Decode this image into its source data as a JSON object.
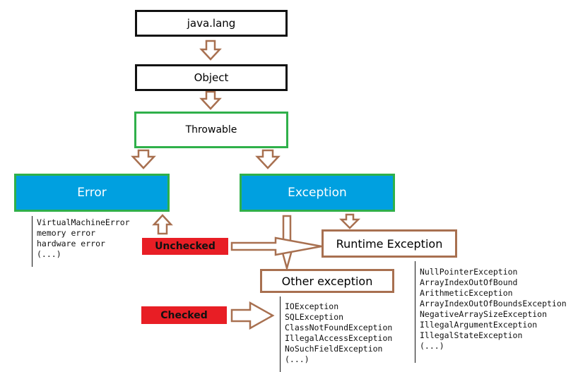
{
  "nodes": {
    "java_lang": "java.lang",
    "object": "Object",
    "throwable": "Throwable",
    "error": "Error",
    "exception": "Exception",
    "runtime_exception": "Runtime Exception",
    "other_exception": "Other exception"
  },
  "tags": {
    "unchecked": "Unchecked",
    "checked": "Checked"
  },
  "lists": {
    "error_items": [
      "VirtualMachineError",
      "memory error",
      "hardware error",
      "(...)"
    ],
    "runtime_items": [
      "NullPointerException",
      "ArrayIndexOutOfBound",
      "ArithmeticException",
      "ArrayIndexOutOfBoundsException",
      "NegativeArraySizeException",
      "IllegalArgumentException",
      "IllegalStateException",
      "(...)"
    ],
    "checked_items": [
      "IOException",
      "SQLException",
      "ClassNotFoundException",
      "IllegalAccessException",
      "NoSuchFieldException",
      "(...)"
    ]
  },
  "colors": {
    "arrow_brown": "#a87050",
    "green_border": "#2fb04a",
    "blue_fill": "#00a0e0",
    "tag_red": "#e81e25"
  }
}
